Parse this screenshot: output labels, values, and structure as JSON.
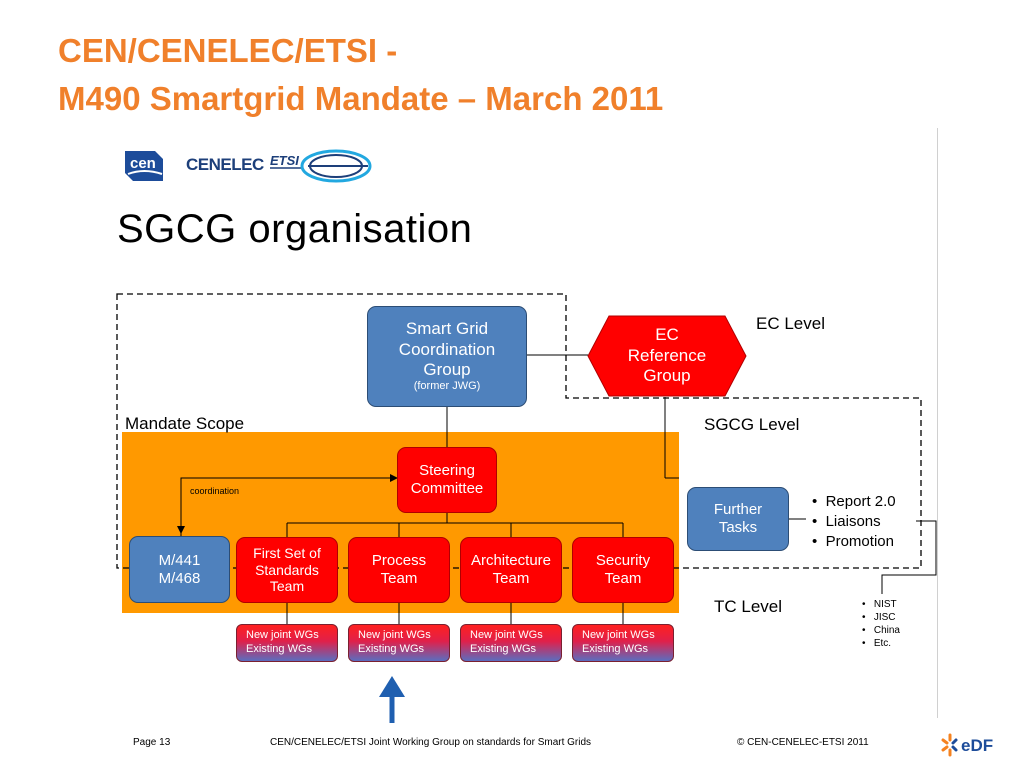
{
  "title": {
    "line1": "CEN/CENELEC/ETSI  -",
    "line2": "M490 Smartgrid Mandate – March 2011"
  },
  "logos": {
    "cen": "cen",
    "cenelec": "CENELEC",
    "etsi": "ETSI"
  },
  "subtitle": "SGCG organisation",
  "diagram": {
    "sgcg_box": {
      "line1": "Smart Grid",
      "line2": "Coordination",
      "line3": "Group",
      "note": "(former JWG)"
    },
    "ec_ref": {
      "line1": "EC",
      "line2": "Reference",
      "line3": "Group"
    },
    "ec_level": "EC Level",
    "sgcg_level": "SGCG Level",
    "tc_level": "TC Level",
    "mandate_scope": "Mandate Scope",
    "steering": {
      "line1": "Steering",
      "line2": "Committee"
    },
    "coordination": "coordination",
    "m441": {
      "line1": "M/441",
      "line2": "M/468"
    },
    "teams": [
      {
        "line1": "First Set of",
        "line2": "Standards",
        "line3": "Team"
      },
      {
        "line1": "Process",
        "line2": "Team"
      },
      {
        "line1": "Architecture",
        "line2": "Team"
      },
      {
        "line1": "Security",
        "line2": "Team"
      }
    ],
    "wgs": [
      {
        "line1": "New joint WGs",
        "line2": "Existing WGs"
      },
      {
        "line1": "New joint WGs",
        "line2": "Existing WGs"
      },
      {
        "line1": "New joint WGs",
        "line2": "Existing WGs"
      },
      {
        "line1": "New joint WGs",
        "line2": "Existing WGs"
      }
    ],
    "further_tasks": {
      "line1": "Further",
      "line2": "Tasks"
    },
    "further_list": [
      "Report 2.0",
      "Liaisons",
      "Promotion"
    ],
    "liaison_list": [
      "NIST",
      "JISC",
      "China",
      "Etc."
    ]
  },
  "footer": {
    "page": "Page 13",
    "center": "CEN/CENELEC/ETSI Joint Working Group on standards for Smart Grids",
    "copyright": "© CEN-CENELEC-ETSI 2011",
    "edf": "eDF"
  },
  "colors": {
    "title": "#F0802B",
    "orange_area": "#FF9900",
    "blue_box": "#4F81BD",
    "red_box": "#FF0000",
    "arrow": "#1F5FB0"
  }
}
